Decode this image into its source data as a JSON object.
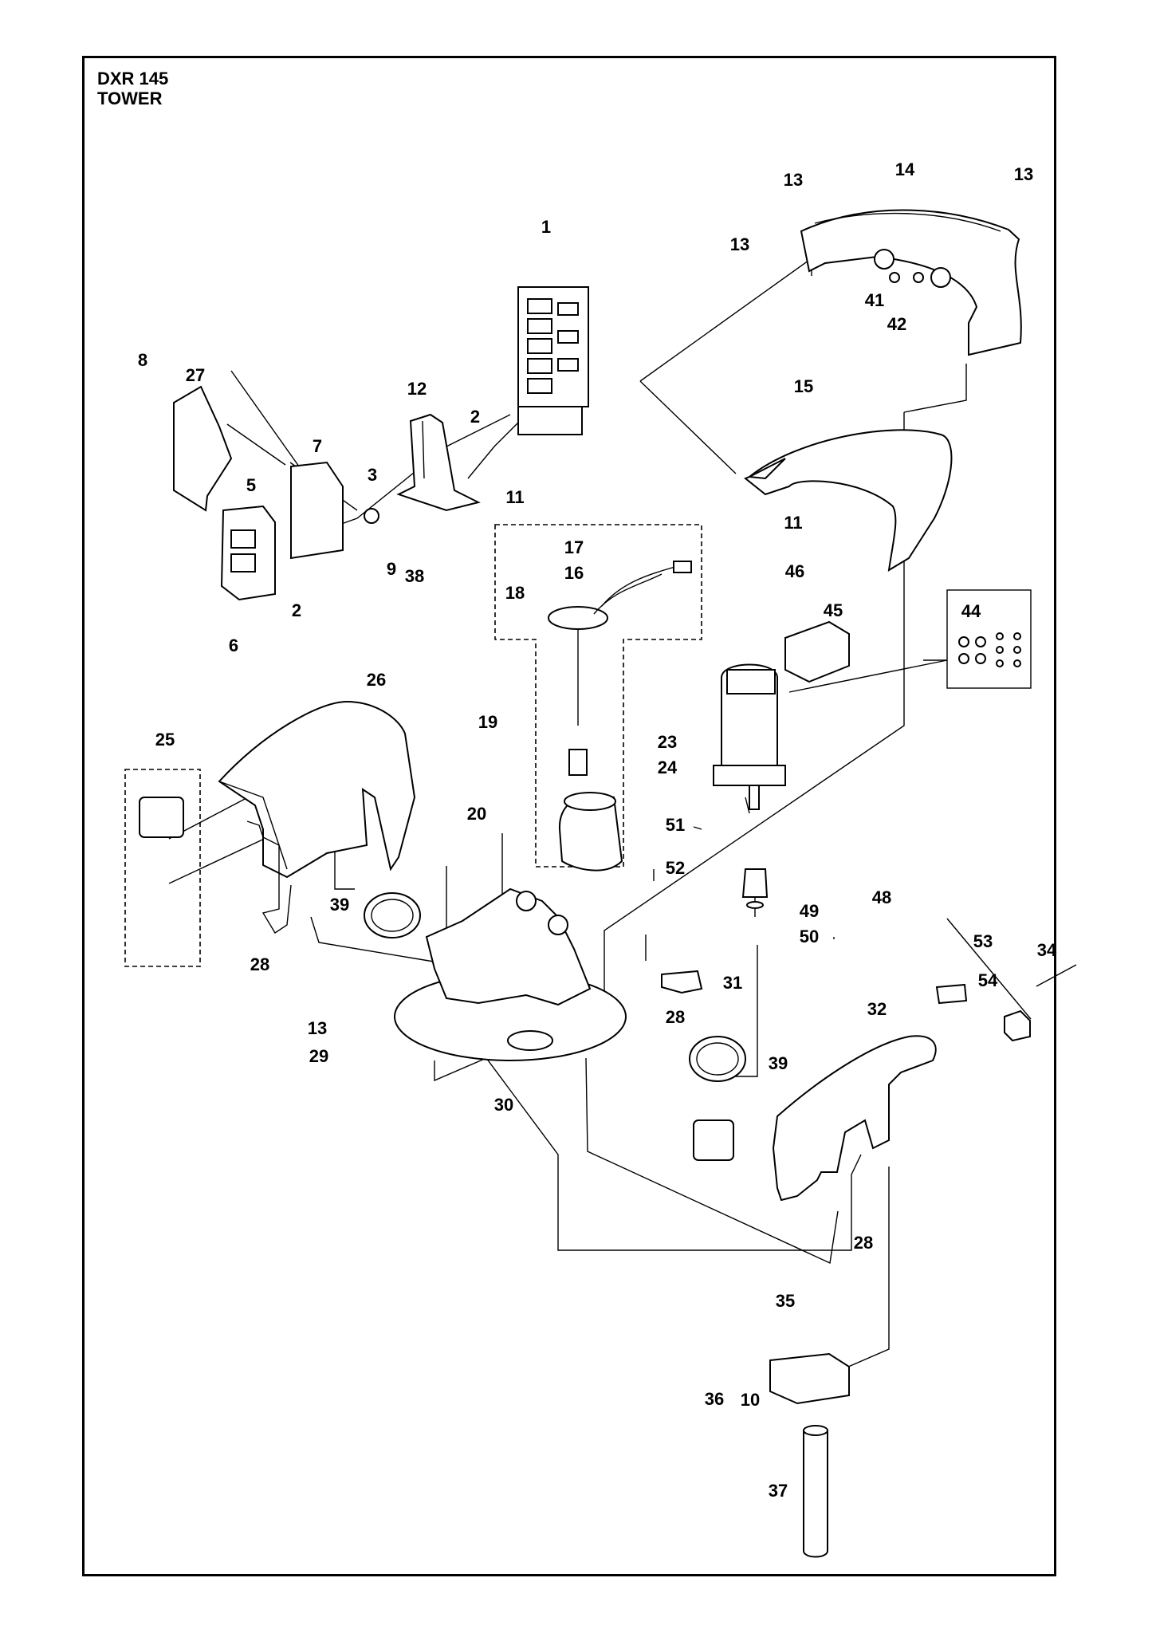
{
  "header": {
    "model": "DXR 145",
    "assembly": "TOWER"
  },
  "callouts": [
    {
      "id": "c1",
      "label": "1"
    },
    {
      "id": "c2a",
      "label": "2"
    },
    {
      "id": "c2b",
      "label": "2"
    },
    {
      "id": "c3",
      "label": "3"
    },
    {
      "id": "c5",
      "label": "5"
    },
    {
      "id": "c6",
      "label": "6"
    },
    {
      "id": "c7",
      "label": "7"
    },
    {
      "id": "c8",
      "label": "8"
    },
    {
      "id": "c9",
      "label": "9"
    },
    {
      "id": "c10",
      "label": "10"
    },
    {
      "id": "c11a",
      "label": "11"
    },
    {
      "id": "c11b",
      "label": "11"
    },
    {
      "id": "c12",
      "label": "12"
    },
    {
      "id": "c13a",
      "label": "13"
    },
    {
      "id": "c13b",
      "label": "13"
    },
    {
      "id": "c13c",
      "label": "13"
    },
    {
      "id": "c13d",
      "label": "13"
    },
    {
      "id": "c14",
      "label": "14"
    },
    {
      "id": "c15",
      "label": "15"
    },
    {
      "id": "c16",
      "label": "16"
    },
    {
      "id": "c17",
      "label": "17"
    },
    {
      "id": "c18",
      "label": "18"
    },
    {
      "id": "c19",
      "label": "19"
    },
    {
      "id": "c20",
      "label": "20"
    },
    {
      "id": "c23",
      "label": "23"
    },
    {
      "id": "c24",
      "label": "24"
    },
    {
      "id": "c25",
      "label": "25"
    },
    {
      "id": "c26",
      "label": "26"
    },
    {
      "id": "c27",
      "label": "27"
    },
    {
      "id": "c28a",
      "label": "28"
    },
    {
      "id": "c28b",
      "label": "28"
    },
    {
      "id": "c28c",
      "label": "28"
    },
    {
      "id": "c29",
      "label": "29"
    },
    {
      "id": "c30",
      "label": "30"
    },
    {
      "id": "c31",
      "label": "31"
    },
    {
      "id": "c32",
      "label": "32"
    },
    {
      "id": "c34",
      "label": "34"
    },
    {
      "id": "c35",
      "label": "35"
    },
    {
      "id": "c36",
      "label": "36"
    },
    {
      "id": "c37",
      "label": "37"
    },
    {
      "id": "c38",
      "label": "38"
    },
    {
      "id": "c39a",
      "label": "39"
    },
    {
      "id": "c39b",
      "label": "39"
    },
    {
      "id": "c41",
      "label": "41"
    },
    {
      "id": "c42",
      "label": "42"
    },
    {
      "id": "c44",
      "label": "44"
    },
    {
      "id": "c45",
      "label": "45"
    },
    {
      "id": "c46",
      "label": "46"
    },
    {
      "id": "c48",
      "label": "48"
    },
    {
      "id": "c49",
      "label": "49"
    },
    {
      "id": "c50",
      "label": "50"
    },
    {
      "id": "c51",
      "label": "51"
    },
    {
      "id": "c52",
      "label": "52"
    },
    {
      "id": "c53",
      "label": "53"
    },
    {
      "id": "c54",
      "label": "54"
    }
  ]
}
